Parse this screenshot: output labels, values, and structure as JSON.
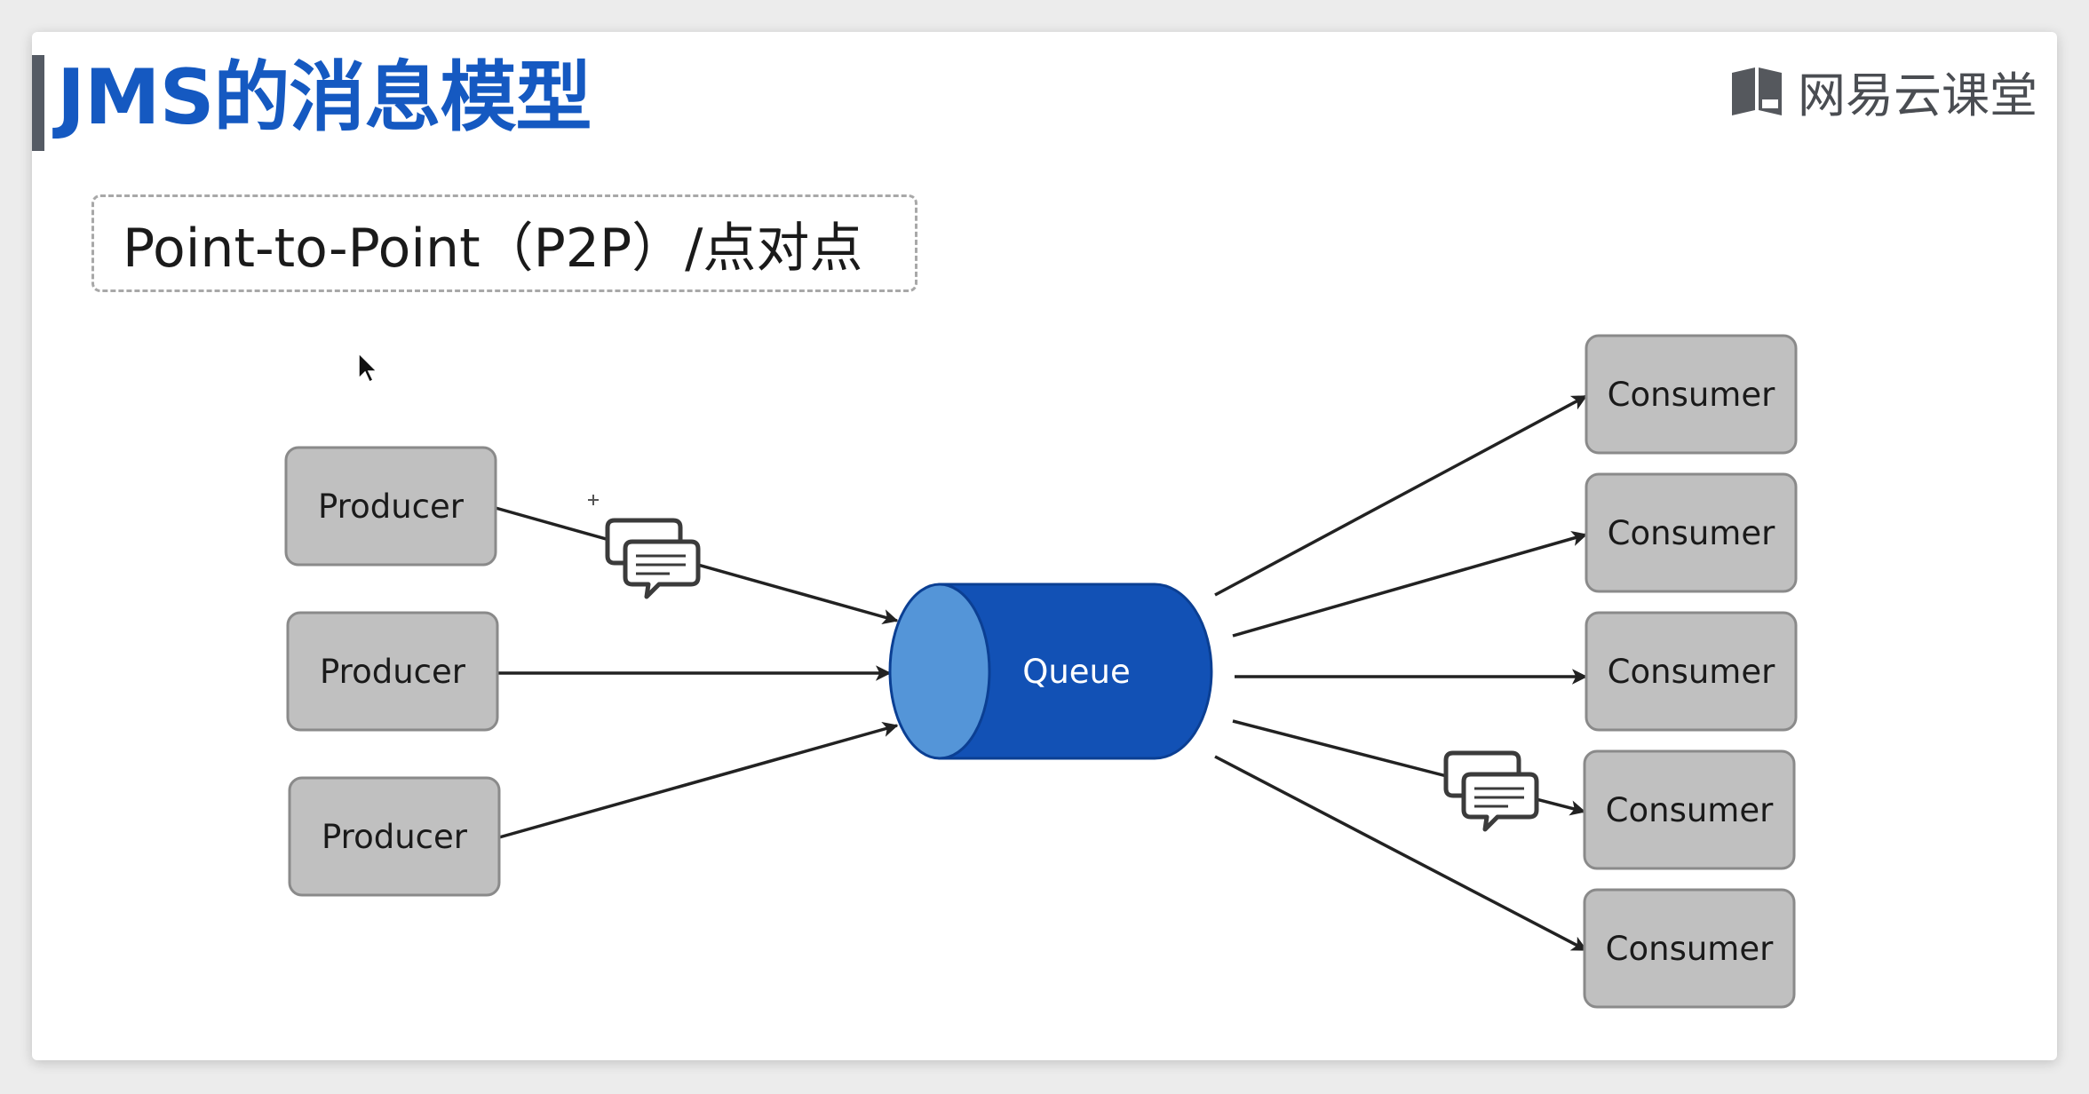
{
  "title": "JMS的消息模型",
  "logo": {
    "text": "网易云课堂",
    "icon": "book-icon"
  },
  "subtitle": "Point-to-Point（P2P）/点对点",
  "diagram": {
    "queue_label": "Queue",
    "producers": [
      {
        "label": "Producer"
      },
      {
        "label": "Producer"
      },
      {
        "label": "Producer"
      }
    ],
    "consumers": [
      {
        "label": "Consumer"
      },
      {
        "label": "Consumer"
      },
      {
        "label": "Consumer"
      },
      {
        "label": "Consumer"
      },
      {
        "label": "Consumer"
      }
    ],
    "message_icons": [
      "chat-messages-icon",
      "chat-messages-icon"
    ],
    "colors": {
      "title": "#1559c1",
      "queue_body": "#1251b5",
      "queue_cap": "#5495d8",
      "node_fill": "#c0c0c0"
    }
  }
}
